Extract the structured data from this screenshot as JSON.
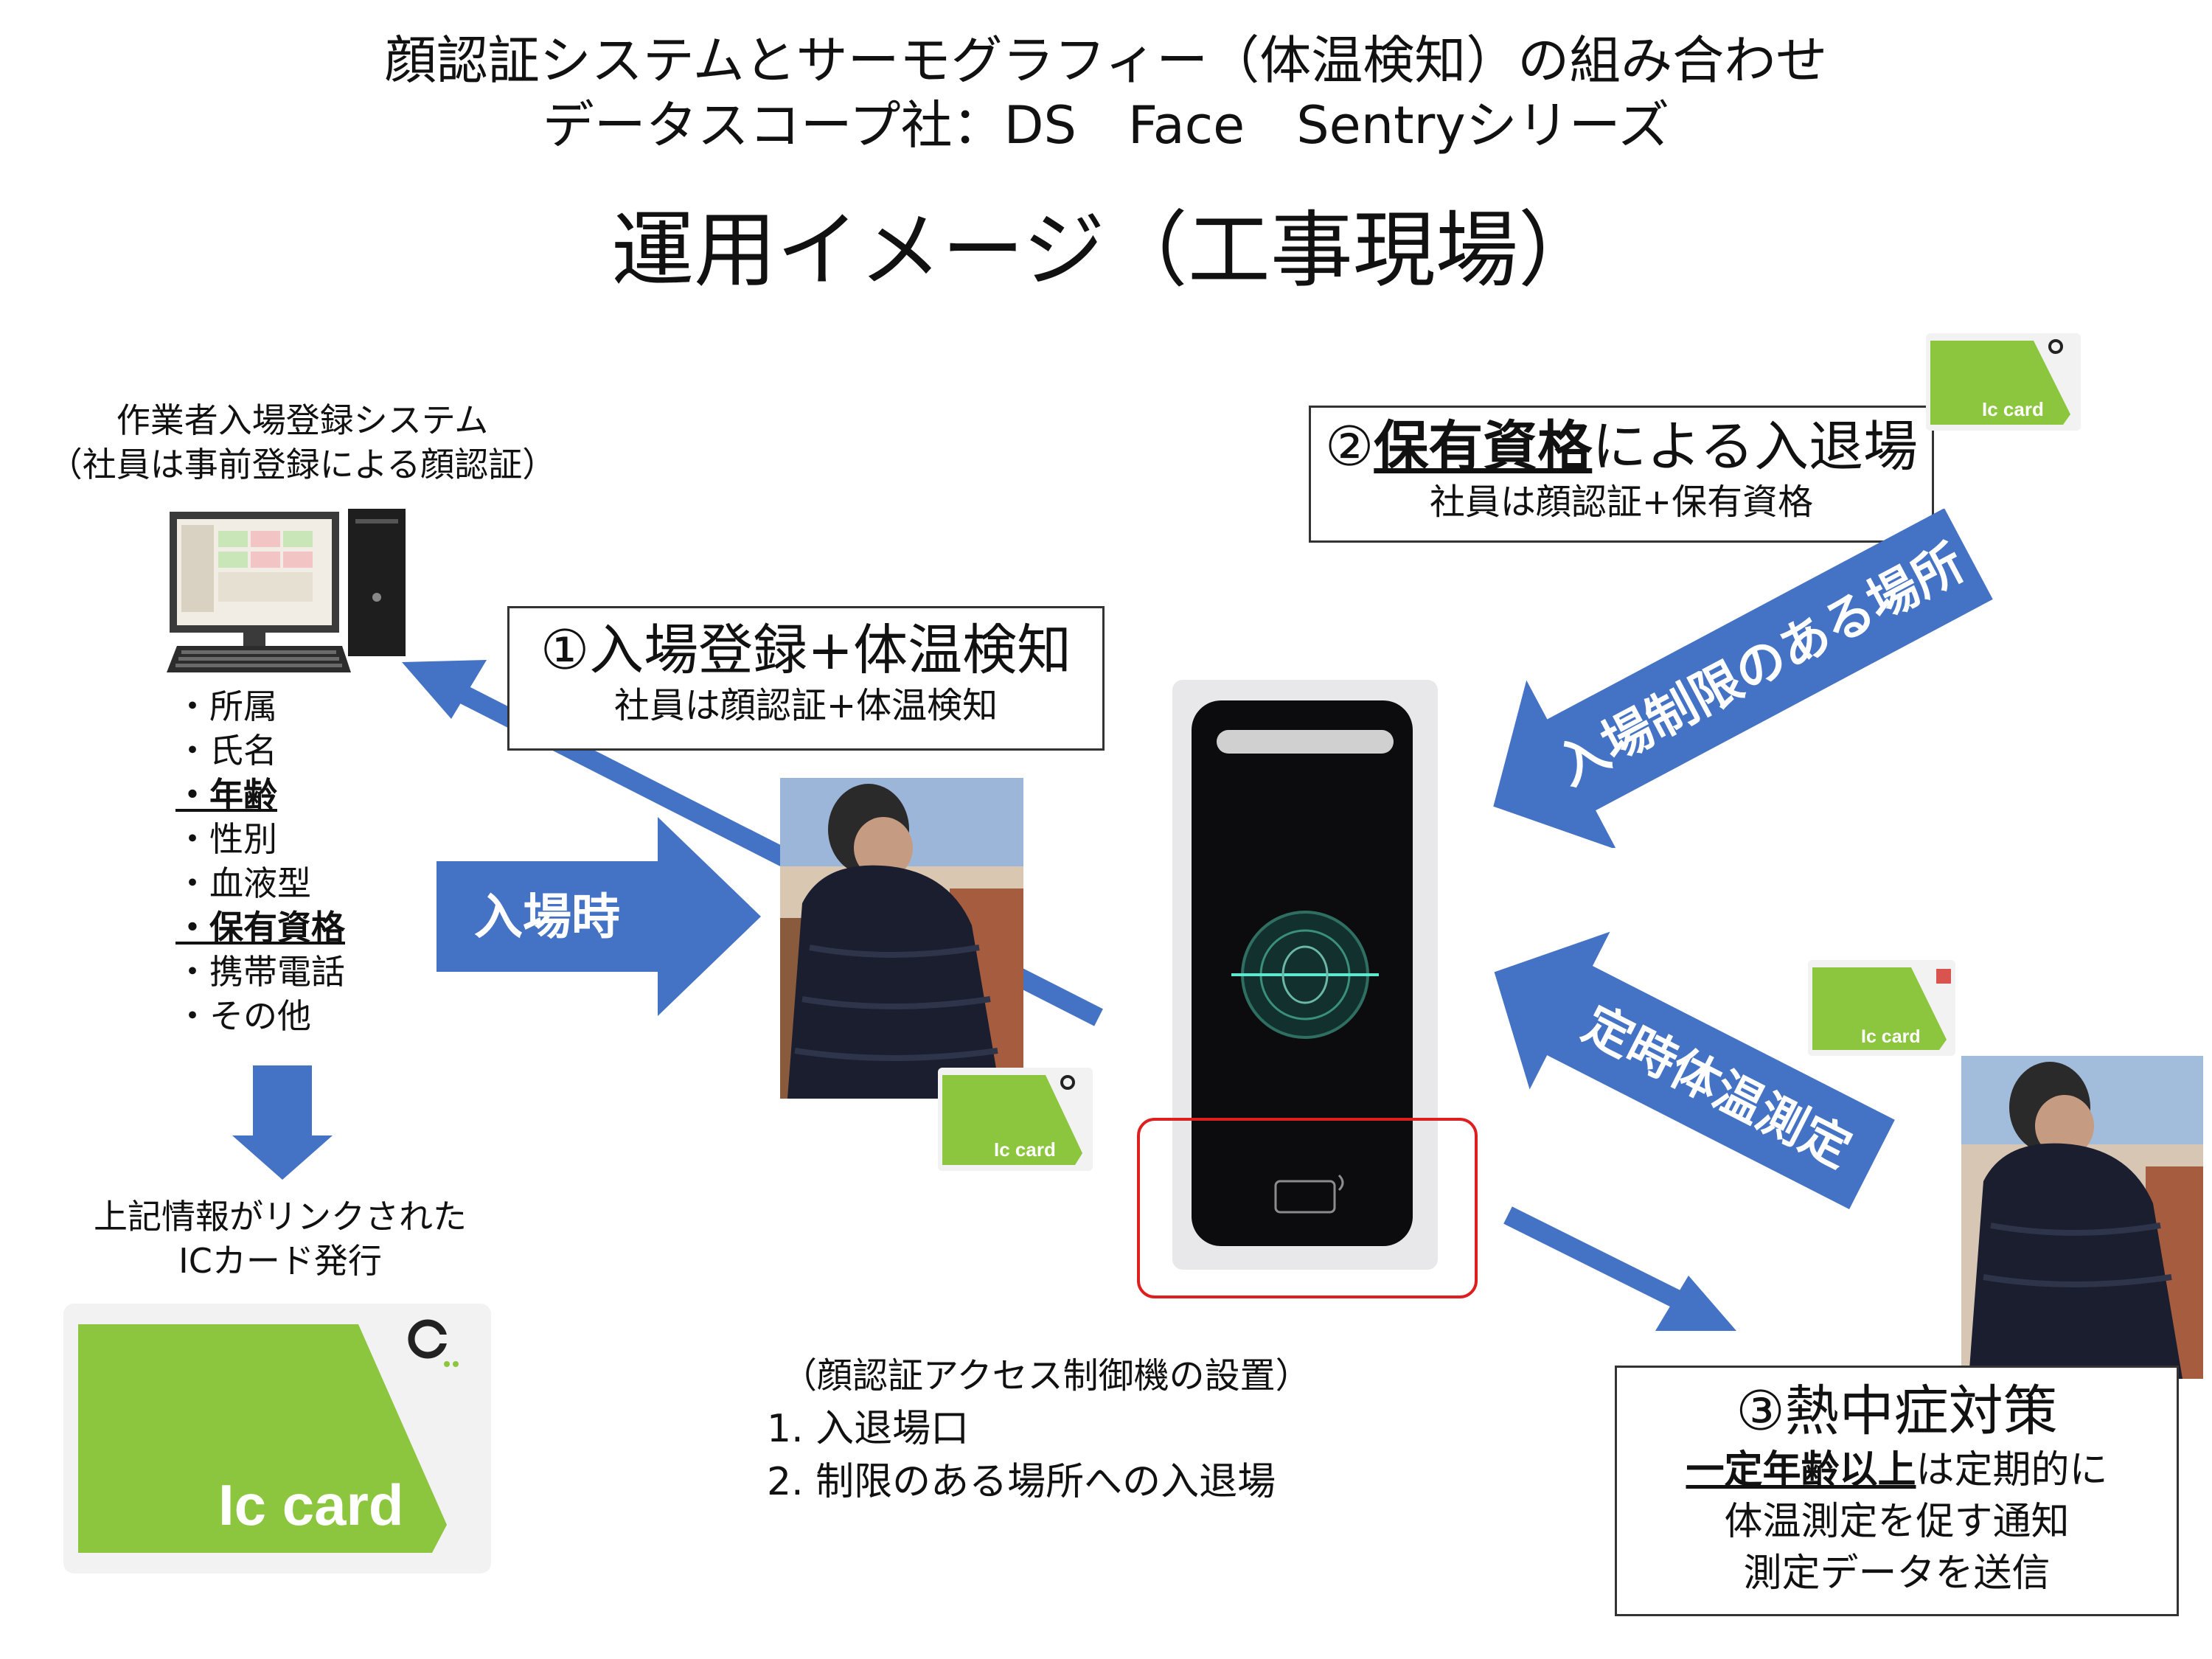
{
  "header": {
    "line1": "顔認証システムとサーモグラフィー（体温検知）の組み合わせ",
    "line2": "データスコープ社：DS　Face　Sentryシリーズ",
    "title": "運用イメージ（工事現場）"
  },
  "registration": {
    "title_line1": "作業者入場登録システム",
    "title_line2": "（社員は事前登録による顔認証）",
    "items": [
      {
        "label": "・所属",
        "bold": false
      },
      {
        "label": "・氏名",
        "bold": false
      },
      {
        "label": "・年齢",
        "bold": true
      },
      {
        "label": "・性別",
        "bold": false
      },
      {
        "label": "・血液型",
        "bold": false
      },
      {
        "label": "・保有資格",
        "bold": true
      },
      {
        "label": "・携帯電話",
        "bold": false
      },
      {
        "label": "・その他",
        "bold": false
      }
    ],
    "issue_line1": "上記情報がリンクされた",
    "issue_line2": "ICカード発行"
  },
  "card_label": "Ic card",
  "step1": {
    "title": "①入場登録+体温検知",
    "sub": "社員は顔認証+体温検知"
  },
  "step2": {
    "title_prefix": "②",
    "title_bold": "保有資格",
    "title_suffix": "による入退場",
    "sub": "社員は顔認証+保有資格"
  },
  "step3": {
    "title": "③熱中症対策",
    "line1_bold": "一定年齢以上",
    "line1_rest": "は定期的に",
    "line2": "体温測定を促す通知",
    "line3": "測定データを送信"
  },
  "arrows": {
    "entry": "入場時",
    "restricted": "入場制限のある場所",
    "temperature": "定時体温測定"
  },
  "install": {
    "head": "（顔認証アクセス制御機の設置）",
    "item1": "1. 入退場口",
    "item2": "2. 制限のある場所への入退場"
  },
  "colors": {
    "arrow_blue": "#4472c4",
    "card_green": "#8cc63f",
    "highlight_red": "#dd1f1f",
    "device_frame": "#e8e8ea",
    "device_screen": "#0c0c0e"
  }
}
